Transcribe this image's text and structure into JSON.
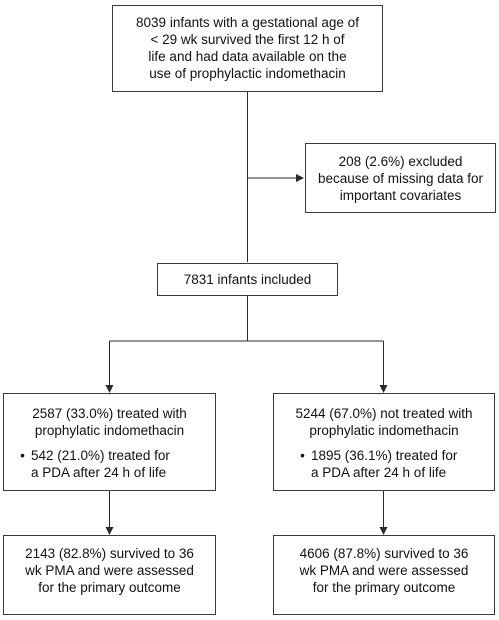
{
  "boxes": {
    "top": {
      "lines": [
        "8039 infants with a gestational age of",
        "< 29 wk survived the first 12 h of",
        "life and had data available on the",
        "use of prophylactic indomethacin"
      ]
    },
    "excluded": {
      "lines": [
        "208 (2.6%) excluded",
        "because of missing data for",
        "important covariates"
      ]
    },
    "included": {
      "lines": [
        "7831 infants included"
      ]
    },
    "left": {
      "lines": [
        "2587 (33.0%) treated with",
        "prophylatic indomethacin"
      ],
      "bullet_symbol": "•",
      "bullet_lines": [
        "542 (21.0%) treated for",
        "a PDA after 24 h of life"
      ]
    },
    "right": {
      "lines": [
        "5244 (67.0%) not treated with",
        "prophylatic indomethacin"
      ],
      "bullet_symbol": "•",
      "bullet_lines": [
        "1895 (36.1%) treated for",
        "a PDA after 24 h of life"
      ]
    },
    "left_outcome": {
      "lines": [
        "2143 (82.8%) survived to 36",
        "wk PMA and were assessed",
        "for the primary outcome"
      ]
    },
    "right_outcome": {
      "lines": [
        "4606 (87.8%) survived to 36",
        "wk PMA and were assessed",
        "for the primary outcome"
      ]
    }
  },
  "colors": {
    "border": "#3a3a3a",
    "arrow": "#2a2a2a",
    "text": "#111111",
    "background": "#ffffff"
  }
}
